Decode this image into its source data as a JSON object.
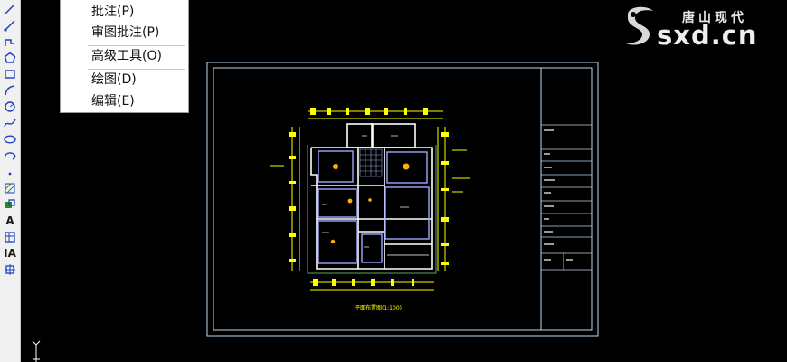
{
  "menu": {
    "items": [
      {
        "label": "批注(P)"
      },
      {
        "label": "审图批注(P)"
      },
      {
        "label": "高级工具(O)"
      },
      {
        "label": "绘图(D)"
      },
      {
        "label": "编辑(E)"
      }
    ]
  },
  "toolbar": {
    "icons": [
      "line-icon",
      "ray-icon",
      "polyline-icon",
      "polygon-icon",
      "rectangle-icon",
      "arc-icon",
      "circle-icon",
      "spline-icon",
      "ellipse-icon",
      "ellipse-arc-icon",
      "point-icon",
      "hatch-icon",
      "region-icon",
      "text-icon",
      "table-icon",
      "mtext-icon",
      "block-icon"
    ],
    "text_tool": "A",
    "mtext_tool": "IA"
  },
  "logo": {
    "cn": "唐山现代",
    "en": "sxd.cn"
  },
  "drawing": {
    "caption": "平面布置图(1:100)"
  },
  "colors": {
    "background": "#000000",
    "frame": "#bcd7ef",
    "walls": "#ffffff",
    "dimensions": "#ffff00",
    "furniture": "#9fa7ff",
    "menu_bg": "#ffffff"
  }
}
